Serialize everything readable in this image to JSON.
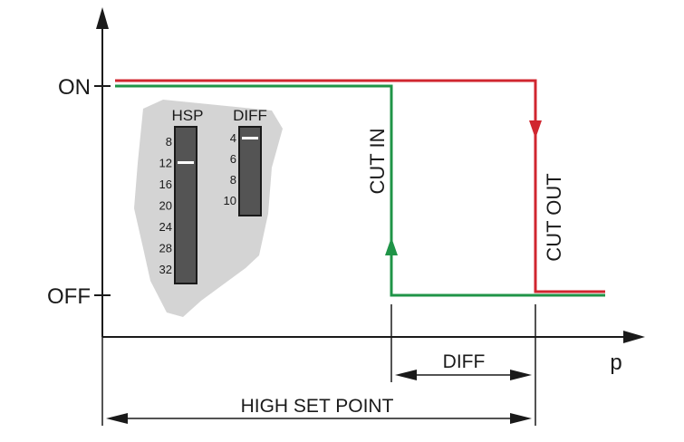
{
  "diagram": {
    "state_labels": {
      "on": "ON",
      "off": "OFF"
    },
    "x_axis_label": "p",
    "cut_in_label": "CUT IN",
    "cut_out_label": "CUT OUT",
    "diff_label": "DIFF",
    "high_set_point_label": "HIGH SET POINT",
    "colors": {
      "cut_in_line": "#1f9447",
      "cut_out_line": "#d0262f",
      "panel": "#d4d4d4",
      "slider": "#545454"
    }
  },
  "dial_panel": {
    "hsp": {
      "title": "HSP",
      "scale": [
        "8",
        "12",
        "16",
        "20",
        "24",
        "28",
        "32"
      ],
      "setting": "12"
    },
    "diff": {
      "title": "DIFF",
      "scale": [
        "4",
        "6",
        "8",
        "10"
      ],
      "setting": "4"
    }
  }
}
